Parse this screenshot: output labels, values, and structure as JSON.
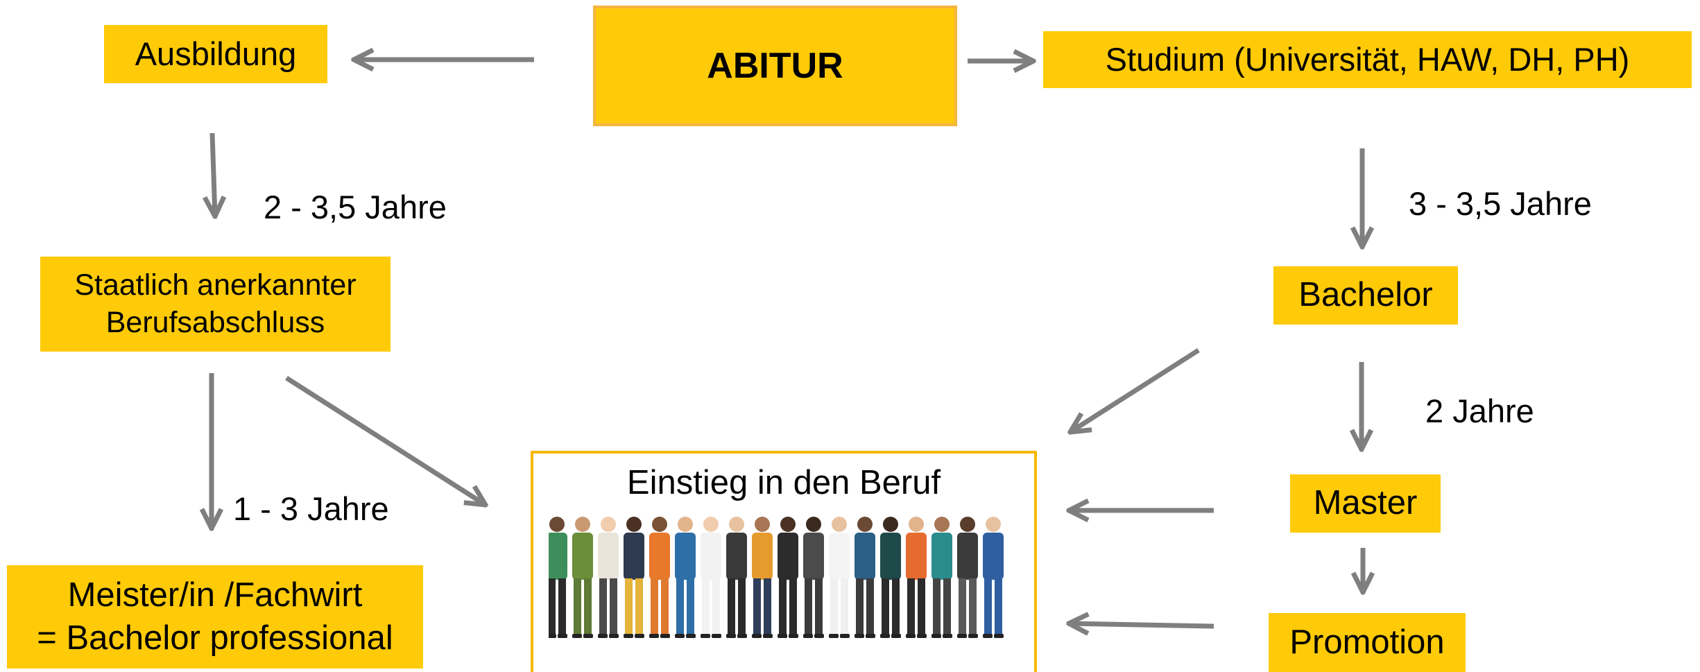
{
  "abitur": "ABITUR",
  "ausbildung": "Ausbildung",
  "studium": "Studium (Universität, HAW, DH, PH)",
  "berufsabschluss_line1": "Staatlich anerkannter",
  "berufsabschluss_line2": "Berufsabschluss",
  "meister_line1": "Meister/in /Fachwirt",
  "meister_line2": "= Bachelor professional",
  "bachelor": "Bachelor",
  "master": "Master",
  "promotion": "Promotion",
  "dur_ausbildung": "2 - 3,5 Jahre",
  "dur_meister": "1 - 3 Jahre",
  "dur_bachelor": "3 - 3,5 Jahre",
  "dur_master": "2 Jahre",
  "einstieg": "Einstieg in den Beruf",
  "colors": {
    "box": "#FFCA08",
    "arrow": "#7F7F7F",
    "card_border": "#F5B800"
  }
}
